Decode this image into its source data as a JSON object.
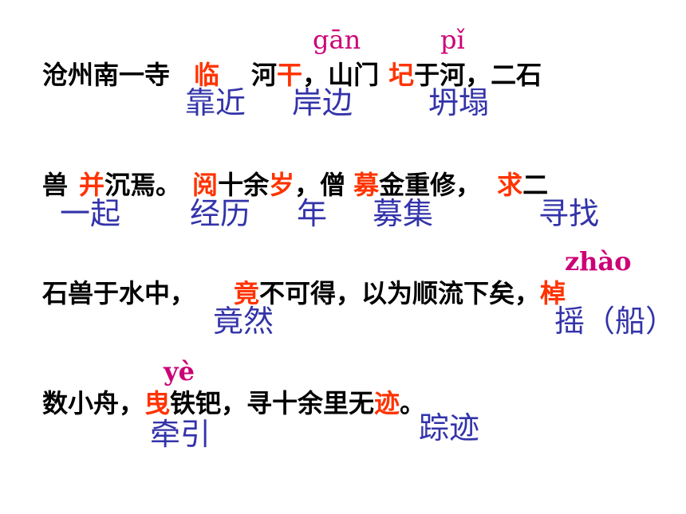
{
  "colors": {
    "text": "#000000",
    "keyword": "#ff3300",
    "annotation": "#3333aa",
    "pinyin": "#cc0077"
  },
  "lines": [
    {
      "segments": [
        "沧州南一寺",
        "临",
        "河",
        "干",
        "，山门",
        "圮",
        "于河，二石"
      ],
      "pinyin": [
        "gān",
        "pǐ"
      ],
      "annotations": [
        "靠近",
        "岸边",
        "坍塌"
      ]
    },
    {
      "segments": [
        "兽",
        "并",
        "沉焉。",
        "阅",
        "十余",
        "岁",
        "，僧",
        "募",
        "金重修，",
        "求",
        "二"
      ],
      "pinyin": [],
      "annotations": [
        "一起",
        "经历",
        "年",
        "募集",
        "寻找"
      ]
    },
    {
      "segments": [
        "石兽于水中，",
        "竟",
        "不可得，以为顺流下矣，",
        "棹"
      ],
      "pinyin": [
        "zhào"
      ],
      "annotations": [
        "竟然",
        "摇（船）"
      ]
    },
    {
      "segments": [
        "数小舟，",
        "曳",
        "铁钯，寻十余里无",
        "迹",
        "。"
      ],
      "pinyin": [
        "yè"
      ],
      "annotations": [
        "牵引",
        "踪迹"
      ]
    }
  ]
}
